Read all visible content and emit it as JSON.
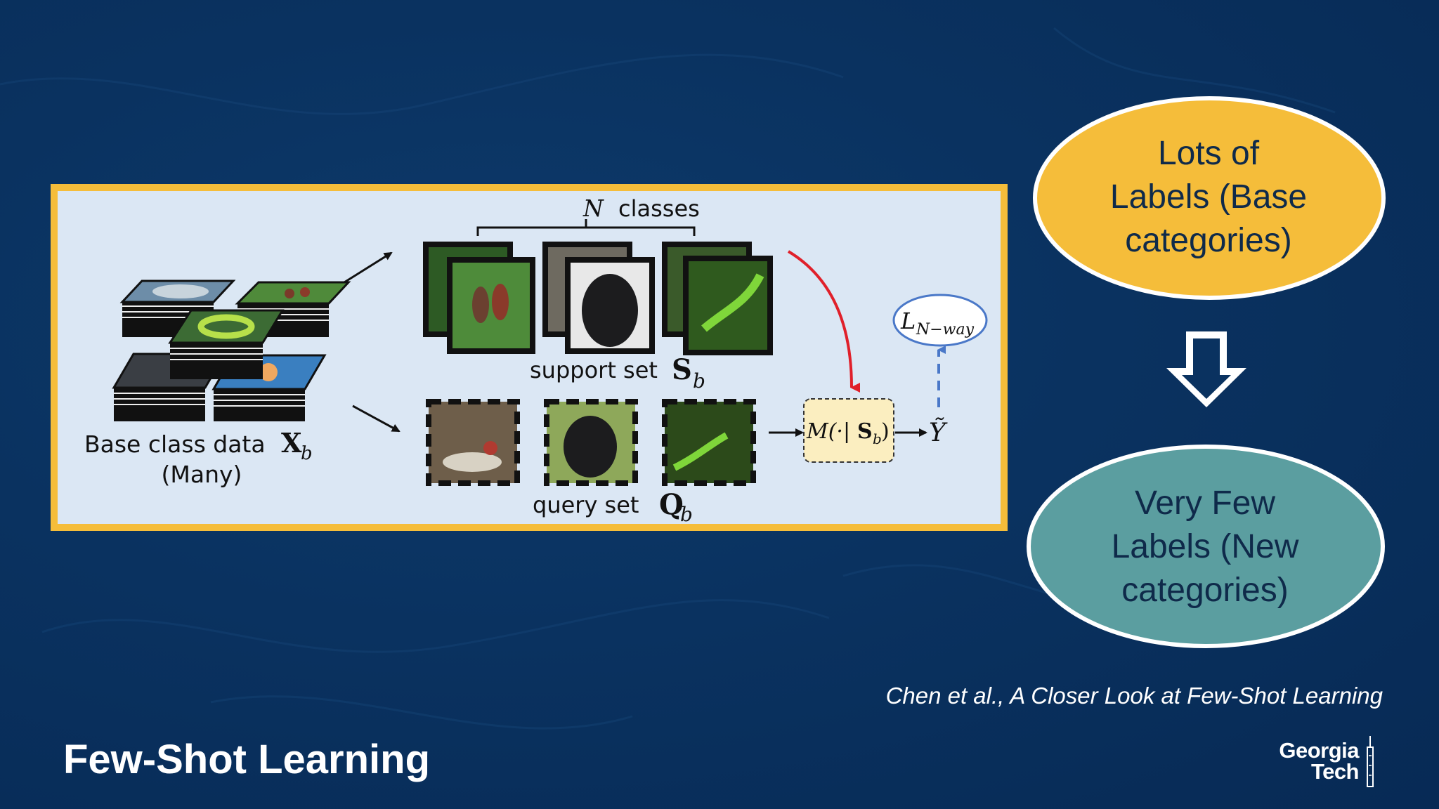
{
  "slide": {
    "title": "Few-Shot Learning",
    "citation": "Chen et al., A Closer Look at Few-Shot Learning",
    "logo": [
      "Georgia",
      "Tech"
    ]
  },
  "figure": {
    "n_label": "N",
    "classes_label": "classes",
    "support_label": "support set",
    "support_symbol": "S",
    "query_label": "query set",
    "query_symbol": "Q",
    "base_label": "Base class data",
    "base_symbol": "X",
    "subscript": "b",
    "many_label": "(Many)",
    "model_label_pre": "M(·|",
    "model_symbol": "S",
    "model_label_post": ")",
    "loss_label": "L",
    "loss_subscript": "N−way",
    "output_label": "Ỹ"
  },
  "ellipses": {
    "top": {
      "lines": [
        "Lots of",
        "Labels (Base",
        "categories)"
      ],
      "color": "#f5bd3a"
    },
    "bottom": {
      "lines": [
        "Very Few",
        "Labels (New",
        "categories)"
      ],
      "color": "#5b9ea0"
    }
  },
  "colors": {
    "background": "#0a3260",
    "frame": "#f5bd3a",
    "panel": "#dbe7f4",
    "red_arrow": "#e0202a",
    "dashed_arrow": "#4a78c8"
  },
  "icons": [
    "down-arrow-icon",
    "georgia-tech-logo"
  ]
}
